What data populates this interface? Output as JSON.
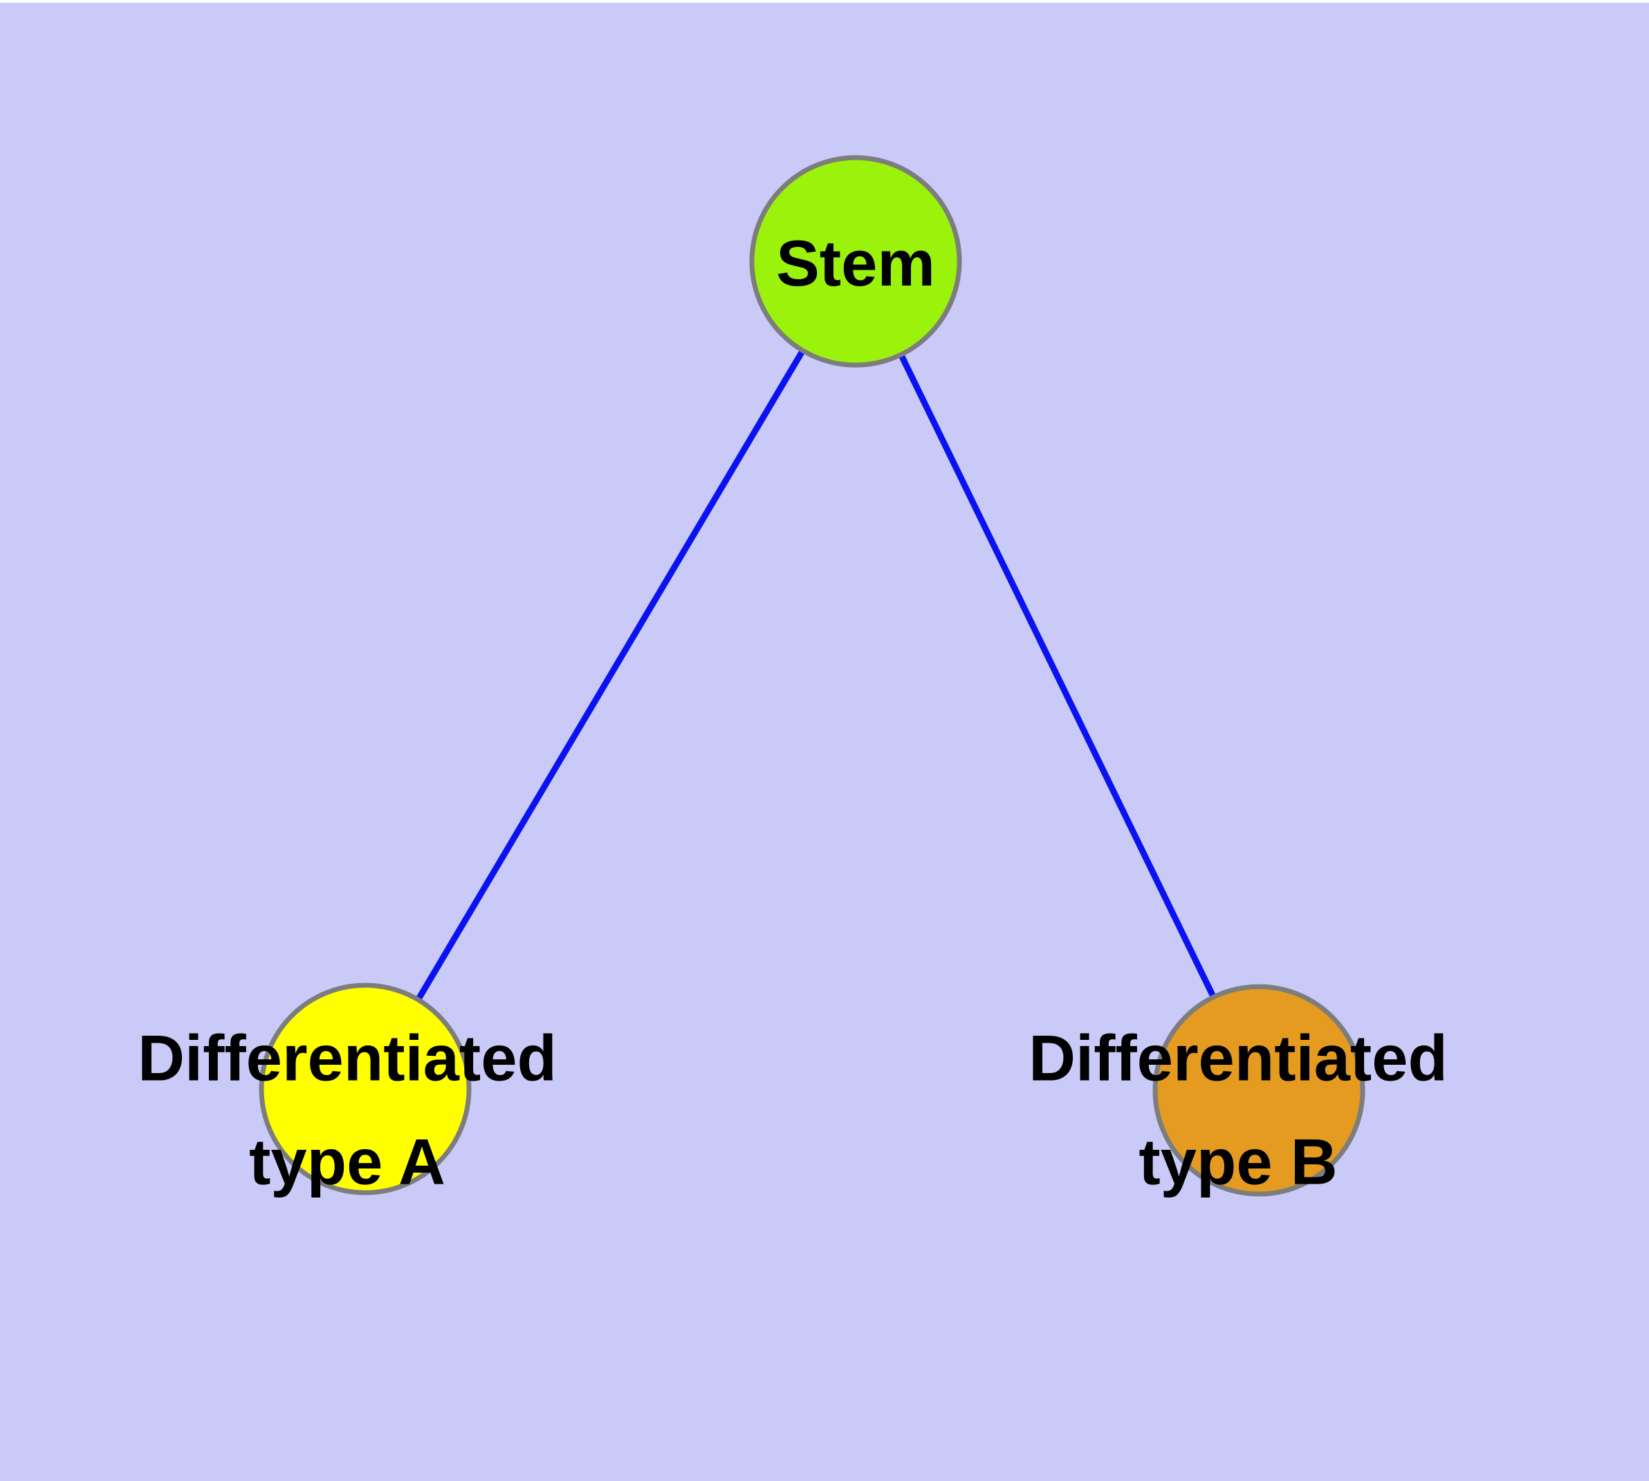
{
  "diagram": {
    "description": "Stem cell differentiation graph",
    "colors": {
      "background": "#CACAF8",
      "edge": "#0A12F2",
      "node_border": "#7D7D7D",
      "label_text": "#000000"
    },
    "nodes": [
      {
        "id": "stem",
        "label": "Stem",
        "fill": "#9BF30B"
      },
      {
        "id": "differentiated-type-a",
        "label": "Differentiated\ntype A",
        "fill": "#FFFF00"
      },
      {
        "id": "differentiated-type-b",
        "label": "Differentiated\ntype B",
        "fill": "#E49B20"
      }
    ],
    "edges": [
      {
        "from": "stem",
        "to": "differentiated-type-a"
      },
      {
        "from": "stem",
        "to": "differentiated-type-b"
      }
    ]
  }
}
